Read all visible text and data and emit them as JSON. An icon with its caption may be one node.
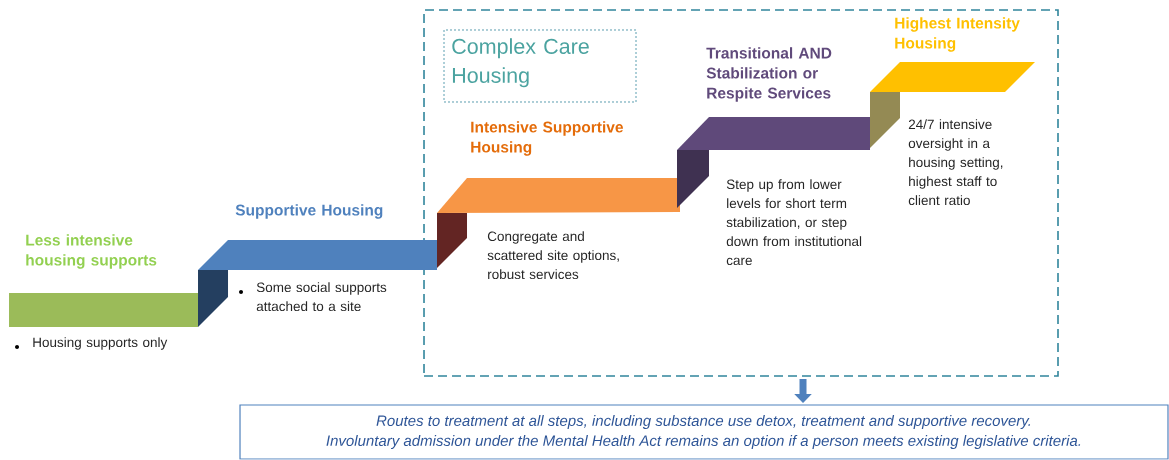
{
  "diagram": {
    "nodes": [
      {
        "text": [],
        "shape": "box"
      },
      {
        "text": [
          "Complex Care Housing"
        ],
        "in": 0
      },
      {
        "text": [
          "Less intensive housing supports",
          "Housing supports only"
        ]
      },
      {
        "text": [
          "Supportive Housing",
          "Some social supports attached to a site"
        ]
      },
      {
        "text": [
          "Intensive Supportive Housing",
          "Congregate and scattered site options, robust services"
        ],
        "in": 0
      },
      {
        "text": [
          "Transitional AND Stabilization or Respite Services",
          "Step up from lower levels for short term stabilization, or step down from institutional care"
        ],
        "in": 0
      },
      {
        "text": [
          "Highest Intensity Housing",
          "24/7 intensive oversight in a housing setting, highest staff to client ratio"
        ],
        "in": 0
      },
      {
        "text": [
          "Routes to treatment at all steps, including substance use detox, treatment and supportive recovery.",
          "Involuntary admission under the Mental Health Act remains an option if a person meets existing legislative criteria."
        ]
      }
    ],
    "edges": [
      {
        "from": 0,
        "to": 7,
        "arrow": "to"
      }
    ]
  }
}
